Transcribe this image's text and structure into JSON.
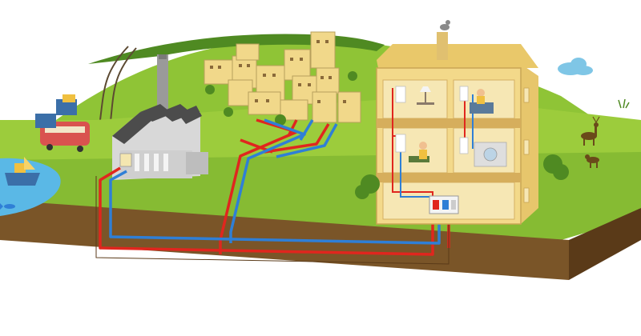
{
  "diagram": {
    "caption": "",
    "colors": {
      "sky": "#ffffff",
      "grass_light": "#9ccc3c",
      "grass_dark": "#6aa82a",
      "soil": "#7a5528",
      "soil_dark": "#5a3a18",
      "hot_pipe": "#e0261e",
      "cold_pipe": "#2f7fd6",
      "water": "#5ab8e6",
      "building_wall": "#f3d98a",
      "building_roof": "#e9c86a",
      "factory": "#c9c9c9",
      "train": "#d9534f",
      "cloud": "#7fc6e6"
    },
    "components": [
      {
        "name": "district-heating-plant",
        "icon": "factory-icon"
      },
      {
        "name": "residential-district",
        "icon": "city-icon"
      },
      {
        "name": "apartment-building",
        "icon": "house-cutaway-icon"
      },
      {
        "name": "heat-exchanger-substation",
        "icon": "heat-exchanger-icon"
      },
      {
        "name": "supply-pipe",
        "icon": "hot-pipe-icon"
      },
      {
        "name": "return-pipe",
        "icon": "cold-pipe-icon"
      },
      {
        "name": "harbor-with-ship",
        "icon": "ship-icon"
      },
      {
        "name": "railway-with-train",
        "icon": "train-icon"
      },
      {
        "name": "wildlife",
        "icon": "deer-icon"
      }
    ]
  }
}
